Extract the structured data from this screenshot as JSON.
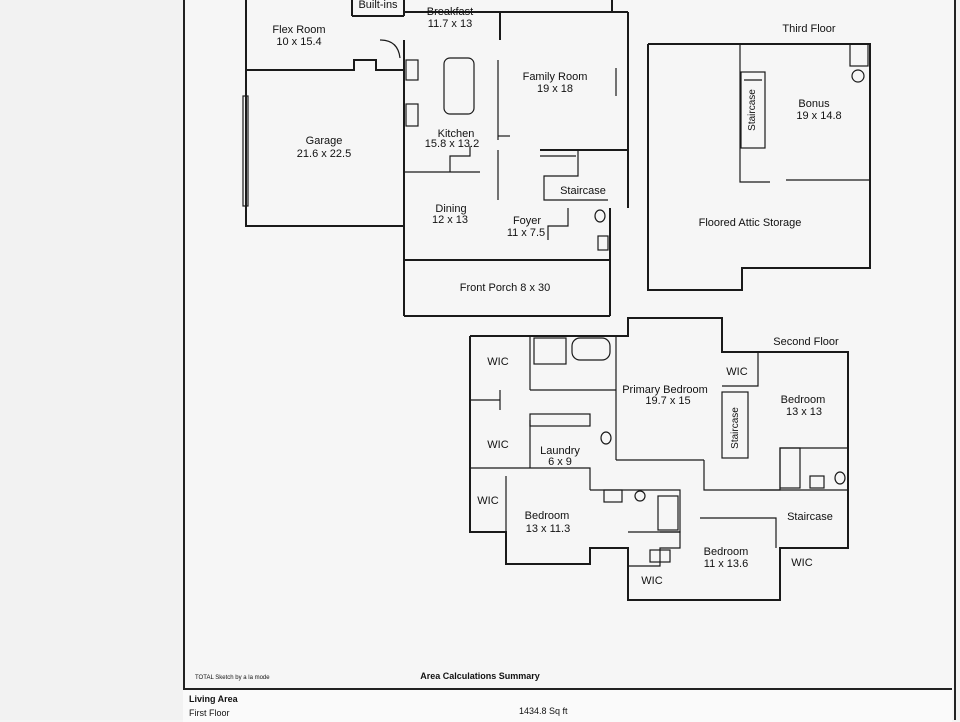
{
  "floors": {
    "third": "Third Floor",
    "second": "Second Floor"
  },
  "rooms": {
    "flex": {
      "name": "Flex Room",
      "dims": "10 x 15.4"
    },
    "builtins": "Built-ins",
    "breakfast": {
      "name": "Breakfast",
      "dims": "11.7 x 13"
    },
    "family": {
      "name": "Family Room",
      "dims": "19 x 18"
    },
    "garage": {
      "name": "Garage",
      "dims": "21.6 x 22.5"
    },
    "kitchen": {
      "name": "Kitchen",
      "dims": "15.8 x 13.2"
    },
    "staircase1": "Staircase",
    "dining": {
      "name": "Dining",
      "dims": "12 x 13"
    },
    "foyer": {
      "name": "Foyer",
      "dims": "11 x 7.5"
    },
    "porch": "Front Porch 8 x 30",
    "bonus": {
      "name": "Bonus",
      "dims": "19 x 14.8"
    },
    "staircase3": "Staircase",
    "attic": "Floored Attic Storage",
    "wic1": "WIC",
    "wic2": "WIC",
    "wic3": "WIC",
    "wic4": "WIC",
    "wic5": "WIC",
    "wic6": "WIC",
    "primary": {
      "name": "Primary Bedroom",
      "dims": "19.7 x 15"
    },
    "laundry": {
      "name": "Laundry",
      "dims": "6 x 9"
    },
    "bedroom_right": {
      "name": "Bedroom",
      "dims": "13 x 13"
    },
    "staircase2a": "Staircase",
    "staircase2b": "Staircase",
    "bedroom_left": {
      "name": "Bedroom",
      "dims": "13 x 11.3"
    },
    "bedroom_bottom": {
      "name": "Bedroom",
      "dims": "11 x 13.6"
    }
  },
  "footer": {
    "sketch_credit": "TOTAL Sketch by a la mode",
    "title": "Area Calculations Summary",
    "section": "Living Area",
    "row_label": "First Floor",
    "row_value": "1434.8 Sq ft"
  }
}
